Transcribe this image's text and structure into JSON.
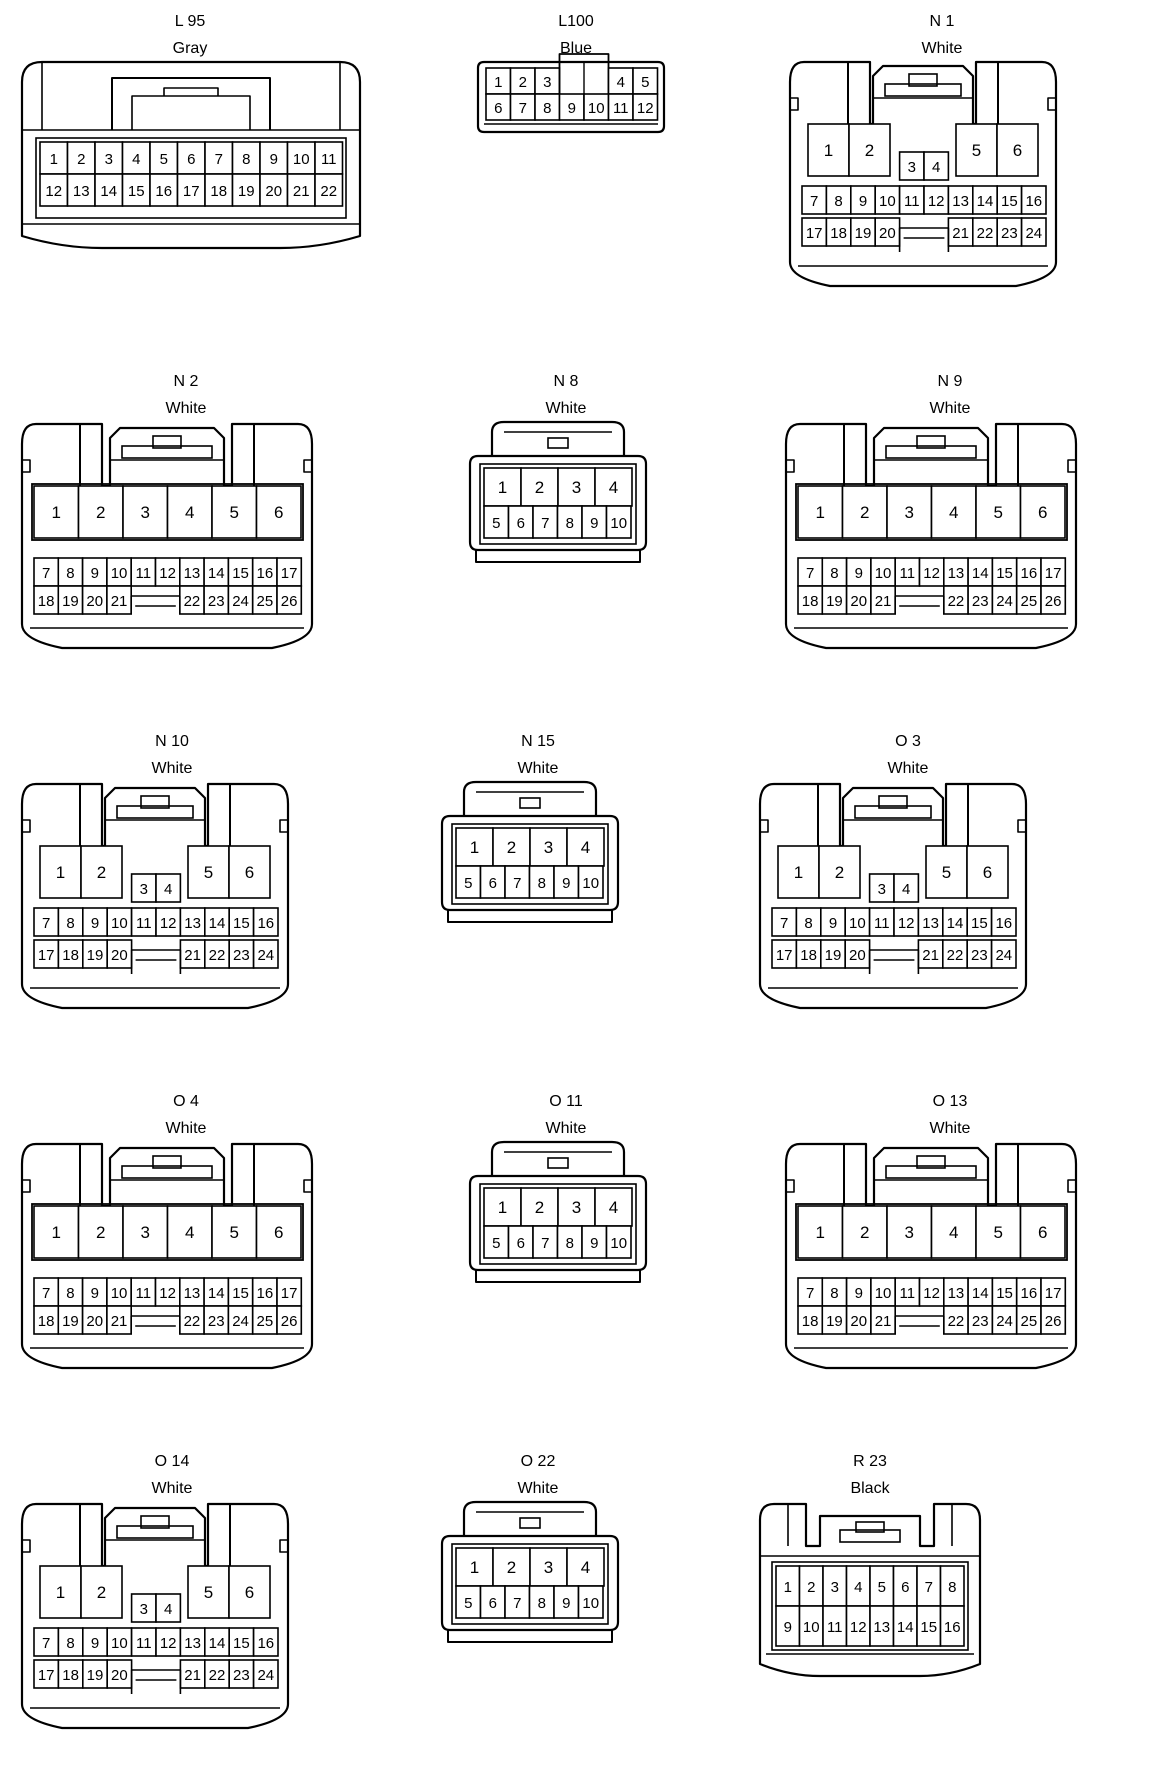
{
  "connectors": [
    {
      "id": "L 95",
      "color": "Gray",
      "type": "row22",
      "pins": {
        "row1": [
          "1",
          "2",
          "3",
          "4",
          "5",
          "6",
          "7",
          "8",
          "9",
          "10",
          "11"
        ],
        "row2": [
          "12",
          "13",
          "14",
          "15",
          "16",
          "17",
          "18",
          "19",
          "20",
          "21",
          "22"
        ]
      }
    },
    {
      "id": "L100",
      "color": "Blue",
      "type": "small12",
      "pins": {
        "top": [
          "1",
          "2",
          "3",
          "4",
          "5"
        ],
        "bottom": [
          "6",
          "7",
          "8",
          "9",
          "10",
          "11",
          "12"
        ]
      }
    },
    {
      "id": "N 1",
      "color": "White",
      "type": "type24",
      "pins": {
        "big_left": [
          "1",
          "2"
        ],
        "big_right": [
          "5",
          "6"
        ],
        "mid": [
          "3",
          "4"
        ],
        "row1": [
          "7",
          "8",
          "9",
          "10",
          "11",
          "12",
          "13",
          "14",
          "15",
          "16"
        ],
        "row2_left": [
          "17",
          "18",
          "19",
          "20"
        ],
        "row2_right": [
          "21",
          "22",
          "23",
          "24"
        ]
      }
    },
    {
      "id": "N 2",
      "color": "White",
      "type": "type26",
      "pins": {
        "big": [
          "1",
          "2",
          "3",
          "4",
          "5",
          "6"
        ],
        "row1": [
          "7",
          "8",
          "9",
          "10",
          "11",
          "12",
          "13",
          "14",
          "15",
          "16",
          "17"
        ],
        "row2_left": [
          "18",
          "19",
          "20",
          "21"
        ],
        "row2_right": [
          "22",
          "23",
          "24",
          "25",
          "26"
        ]
      }
    },
    {
      "id": "N 8",
      "color": "White",
      "type": "type10",
      "pins": {
        "top": [
          "1",
          "2",
          "3",
          "4"
        ],
        "bottom": [
          "5",
          "6",
          "7",
          "8",
          "9",
          "10"
        ]
      }
    },
    {
      "id": "N 9",
      "color": "White",
      "type": "type26",
      "pins": {
        "big": [
          "1",
          "2",
          "3",
          "4",
          "5",
          "6"
        ],
        "row1": [
          "7",
          "8",
          "9",
          "10",
          "11",
          "12",
          "13",
          "14",
          "15",
          "16",
          "17"
        ],
        "row2_left": [
          "18",
          "19",
          "20",
          "21"
        ],
        "row2_right": [
          "22",
          "23",
          "24",
          "25",
          "26"
        ]
      }
    },
    {
      "id": "N 10",
      "color": "White",
      "type": "type24",
      "pins": {
        "big_left": [
          "1",
          "2"
        ],
        "big_right": [
          "5",
          "6"
        ],
        "mid": [
          "3",
          "4"
        ],
        "row1": [
          "7",
          "8",
          "9",
          "10",
          "11",
          "12",
          "13",
          "14",
          "15",
          "16"
        ],
        "row2_left": [
          "17",
          "18",
          "19",
          "20"
        ],
        "row2_right": [
          "21",
          "22",
          "23",
          "24"
        ]
      }
    },
    {
      "id": "N 15",
      "color": "White",
      "type": "type10",
      "pins": {
        "top": [
          "1",
          "2",
          "3",
          "4"
        ],
        "bottom": [
          "5",
          "6",
          "7",
          "8",
          "9",
          "10"
        ]
      }
    },
    {
      "id": "O 3",
      "color": "White",
      "type": "type24",
      "pins": {
        "big_left": [
          "1",
          "2"
        ],
        "big_right": [
          "5",
          "6"
        ],
        "mid": [
          "3",
          "4"
        ],
        "row1": [
          "7",
          "8",
          "9",
          "10",
          "11",
          "12",
          "13",
          "14",
          "15",
          "16"
        ],
        "row2_left": [
          "17",
          "18",
          "19",
          "20"
        ],
        "row2_right": [
          "21",
          "22",
          "23",
          "24"
        ]
      }
    },
    {
      "id": "O 4",
      "color": "White",
      "type": "type26",
      "pins": {
        "big": [
          "1",
          "2",
          "3",
          "4",
          "5",
          "6"
        ],
        "row1": [
          "7",
          "8",
          "9",
          "10",
          "11",
          "12",
          "13",
          "14",
          "15",
          "16",
          "17"
        ],
        "row2_left": [
          "18",
          "19",
          "20",
          "21"
        ],
        "row2_right": [
          "22",
          "23",
          "24",
          "25",
          "26"
        ]
      }
    },
    {
      "id": "O 11",
      "color": "White",
      "type": "type10",
      "pins": {
        "top": [
          "1",
          "2",
          "3",
          "4"
        ],
        "bottom": [
          "5",
          "6",
          "7",
          "8",
          "9",
          "10"
        ]
      }
    },
    {
      "id": "O 13",
      "color": "White",
      "type": "type26",
      "pins": {
        "big": [
          "1",
          "2",
          "3",
          "4",
          "5",
          "6"
        ],
        "row1": [
          "7",
          "8",
          "9",
          "10",
          "11",
          "12",
          "13",
          "14",
          "15",
          "16",
          "17"
        ],
        "row2_left": [
          "18",
          "19",
          "20",
          "21"
        ],
        "row2_right": [
          "22",
          "23",
          "24",
          "25",
          "26"
        ]
      }
    },
    {
      "id": "O 14",
      "color": "White",
      "type": "type24",
      "pins": {
        "big_left": [
          "1",
          "2"
        ],
        "big_right": [
          "5",
          "6"
        ],
        "mid": [
          "3",
          "4"
        ],
        "row1": [
          "7",
          "8",
          "9",
          "10",
          "11",
          "12",
          "13",
          "14",
          "15",
          "16"
        ],
        "row2_left": [
          "17",
          "18",
          "19",
          "20"
        ],
        "row2_right": [
          "21",
          "22",
          "23",
          "24"
        ]
      }
    },
    {
      "id": "O 22",
      "color": "White",
      "type": "type10",
      "pins": {
        "top": [
          "1",
          "2",
          "3",
          "4"
        ],
        "bottom": [
          "5",
          "6",
          "7",
          "8",
          "9",
          "10"
        ]
      }
    },
    {
      "id": "R 23",
      "color": "Black",
      "type": "type16",
      "pins": {
        "row1": [
          "1",
          "2",
          "3",
          "4",
          "5",
          "6",
          "7",
          "8"
        ],
        "row2": [
          "9",
          "10",
          "11",
          "12",
          "13",
          "14",
          "15",
          "16"
        ]
      }
    }
  ]
}
